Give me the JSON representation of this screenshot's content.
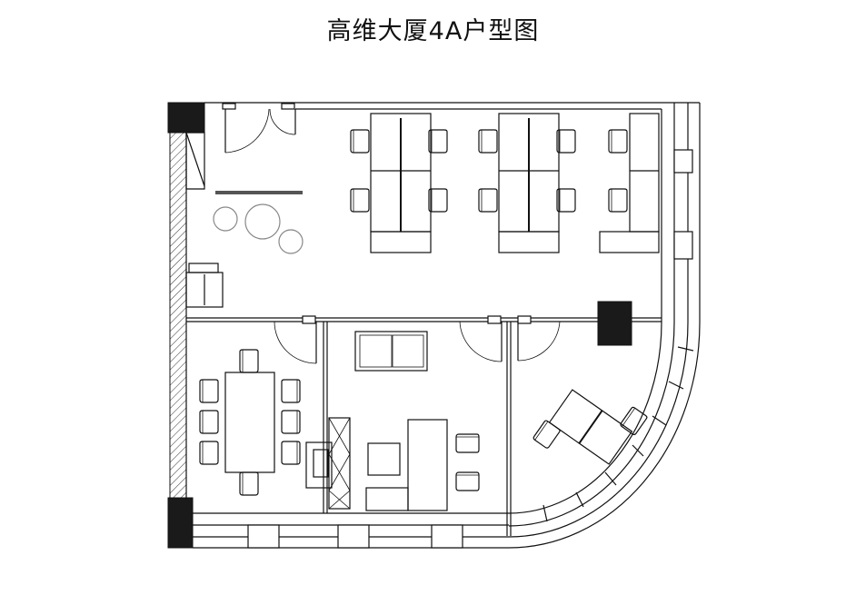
{
  "title": "高维大厦4A户型图",
  "colors": {
    "line": "#111111",
    "column": "#1a1a1a",
    "background": "#ffffff"
  },
  "icons": [
    "column",
    "door-swing",
    "chair",
    "desk",
    "round-table",
    "sofa",
    "cabinet",
    "curtain-wall"
  ]
}
